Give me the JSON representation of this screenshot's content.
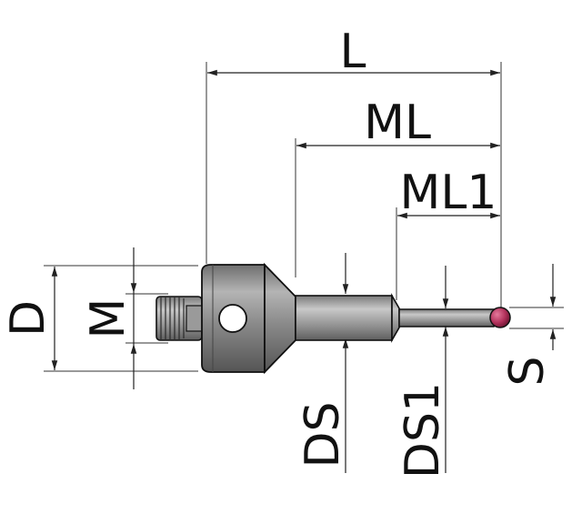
{
  "diagram": {
    "labels": {
      "L": "L",
      "ML": "ML",
      "ML1": "ML1",
      "D": "D",
      "M": "M",
      "DS": "DS",
      "DS1": "DS1",
      "S": "S"
    },
    "colors": {
      "body_metal": "#8c8c8c",
      "shaft_metal": "#9a9a9a",
      "ruby_ball": "#b0305a",
      "line": "#111111"
    }
  }
}
